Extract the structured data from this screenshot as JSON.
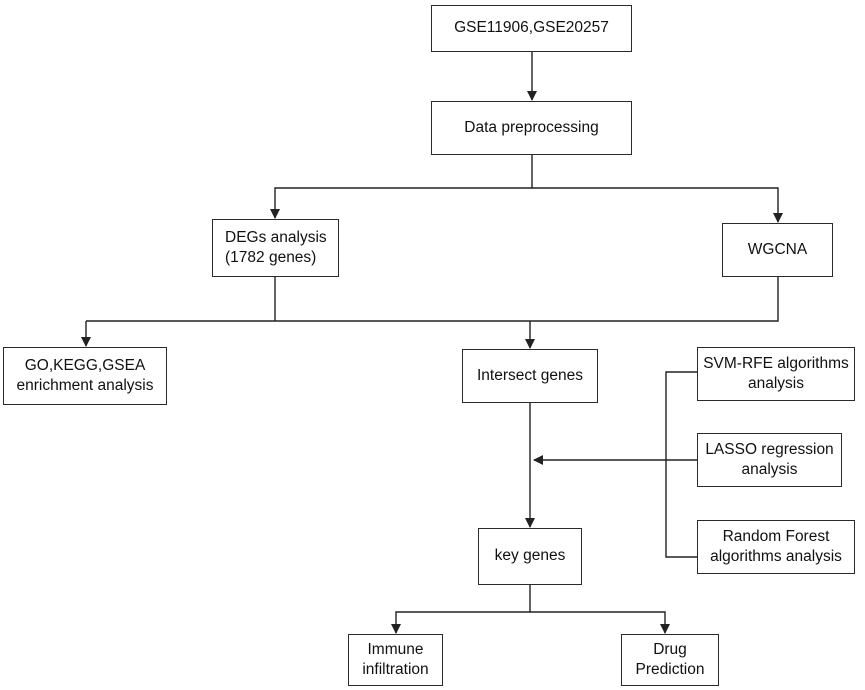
{
  "diagram": {
    "nodes": {
      "datasets": {
        "lines": [
          "GSE11906,GSE20257"
        ]
      },
      "preprocessing": {
        "lines": [
          "Data preprocessing"
        ]
      },
      "degs": {
        "lines": [
          "DEGs analysis",
          "(1782 genes)"
        ]
      },
      "wgcna": {
        "lines": [
          "WGCNA"
        ]
      },
      "enrichment": {
        "lines": [
          "GO,KEGG,GSEA",
          "enrichment analysis"
        ]
      },
      "intersect": {
        "lines": [
          "Intersect genes"
        ]
      },
      "svm": {
        "lines": [
          "SVM-RFE algorithms",
          "analysis"
        ]
      },
      "lasso": {
        "lines": [
          "LASSO regression",
          "analysis"
        ]
      },
      "rf": {
        "lines": [
          "Random Forest",
          "algorithms analysis"
        ]
      },
      "key": {
        "lines": [
          "key genes"
        ]
      },
      "immune": {
        "lines": [
          "Immune",
          "infiltration"
        ]
      },
      "drug": {
        "lines": [
          "Drug",
          "Prediction"
        ]
      }
    },
    "edges": [
      {
        "from": "datasets",
        "to": "preprocessing"
      },
      {
        "from": "preprocessing",
        "to": "degs"
      },
      {
        "from": "preprocessing",
        "to": "wgcna"
      },
      {
        "from": "degs",
        "to": "enrichment"
      },
      {
        "from": "degs",
        "to": "intersect"
      },
      {
        "from": "wgcna",
        "to": "intersect"
      },
      {
        "from": "intersect",
        "to": "key"
      },
      {
        "from": "svm",
        "to": "key"
      },
      {
        "from": "lasso",
        "to": "key"
      },
      {
        "from": "rf",
        "to": "key"
      },
      {
        "from": "key",
        "to": "immune"
      },
      {
        "from": "key",
        "to": "drug"
      }
    ]
  }
}
